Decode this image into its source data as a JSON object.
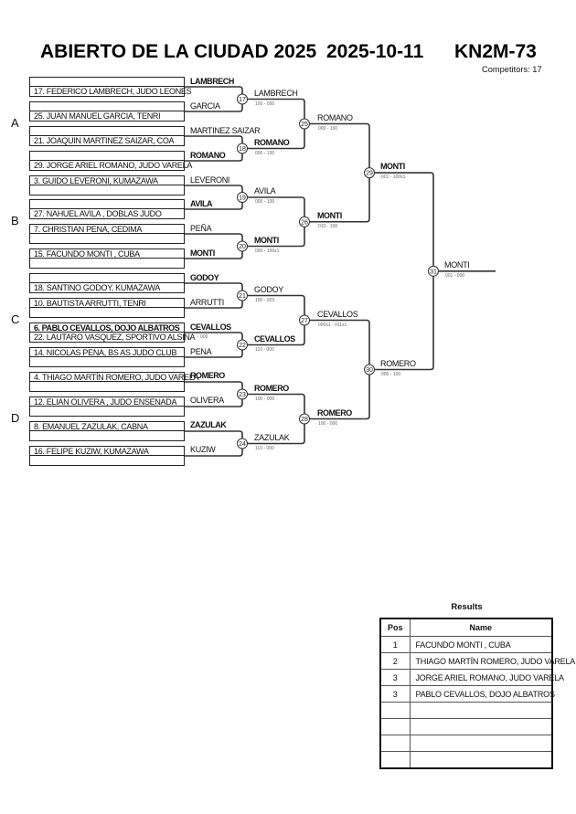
{
  "header": {
    "title": "ABIERTO DE LA CIUDAD 2025",
    "date": "2025-10-11",
    "category": "KN2M-73",
    "competitors": "Competitors: 17"
  },
  "pools": [
    "A",
    "B",
    "C",
    "D"
  ],
  "entrants": [
    {
      "row1": "",
      "row2": "17. FEDERICO LAMBRECH, JUDO LEONES"
    },
    {
      "row1": "",
      "row2": "25. JUAN MANUEL GARCIA, TENRI"
    },
    {
      "row1": "",
      "row2": "21. JOAQUIN MARTINEZ SAIZAR, COA"
    },
    {
      "row1": "",
      "row2": "29. JORGE ARIEL ROMANO, JUDO VARELA"
    },
    {
      "row1": "3. GUIDO LEVERONI, KUMAZAWA",
      "row2": ""
    },
    {
      "row1": "",
      "row2": "27. NAHUEL AVILA  , DOBLAS JUDO"
    },
    {
      "row1": "7. CHRISTIAN PENA, CEDIMA",
      "row2": ""
    },
    {
      "row1": "15. FACUNDO MONTI , CUBA",
      "row2": ""
    },
    {
      "row1": "",
      "row2": "18. SANTINO GODOY, KUMAZAWA"
    },
    {
      "row1": "10. BAUTISTA ARRUTTI, TENRI",
      "row2": ""
    },
    {
      "row1": "6. PABLO CEVALLOS, DOJO ALBATROS",
      "row2": "22. LAUTARO VASQUEZ, SPORTIVO ALSINA"
    },
    {
      "row1": "14. NICOLAS PENA, BS AS JUDO CLUB",
      "row2": ""
    },
    {
      "row1": "4. THIAGO MARTÍN ROMERO, JUDO VARELA",
      "row2": ""
    },
    {
      "row1": "12. ELIAN OLIVERA , JUDO ENSENADA",
      "row2": ""
    },
    {
      "row1": "8. EMANUEL ZAZULAK, CABNA",
      "row2": ""
    },
    {
      "row1": "16. FELIPE KUZIW, KUMAZAWA",
      "row2": ""
    }
  ],
  "round1_labels": [
    "LAMBRECH",
    "GARCIA",
    "MARTINEZ SAIZAR",
    "ROMANO",
    "LEVERONI",
    "AVILA",
    "PEÑA",
    "MONTI",
    "GODOY",
    "ARRUTTI",
    "CEVALLOS",
    "PENA",
    "ROMERO",
    "OLIVERA",
    "ZAZULAK",
    "KUZIW"
  ],
  "prelim_score": "- 000",
  "matches": {
    "m17": {
      "number": "17",
      "winner": "LAMBRECH",
      "score": "100 - 000"
    },
    "m18": {
      "number": "18",
      "winner": "ROMANO",
      "score": "000 - 100"
    },
    "m19": {
      "number": "19",
      "winner": "AVILA",
      "score": "000 - 100"
    },
    "m20": {
      "number": "20",
      "winner": "MONTI",
      "score": "000 - 100s1"
    },
    "m21": {
      "number": "21",
      "winner": "GODOY",
      "score": "100 - 003"
    },
    "m22": {
      "number": "22",
      "winner": "CEVALLOS",
      "score": "110 - 000"
    },
    "m23": {
      "number": "23",
      "winner": "ROMERO",
      "score": "100 - 000"
    },
    "m24": {
      "number": "24",
      "winner": "ZAZULAK",
      "score": "110 - 000"
    },
    "m25": {
      "number": "25",
      "winner": "ROMANO",
      "score": "000 - 100"
    },
    "m26": {
      "number": "26",
      "winner": "MONTI",
      "score": "010 - 100"
    },
    "m27": {
      "number": "27",
      "winner": "CEVALLOS",
      "score": "000s1 - 011s1"
    },
    "m28": {
      "number": "28",
      "winner": "ROMERO",
      "score": "100 - 000"
    },
    "m29": {
      "number": "29",
      "winner": "MONTI",
      "score": "001 - 100s1"
    },
    "m30": {
      "number": "30",
      "winner": "ROMERO",
      "score": "000 - 100"
    },
    "m31": {
      "number": "31",
      "winner": "MONTI",
      "score": "001 - 000"
    }
  },
  "results": {
    "title": "Results",
    "headers": {
      "pos": "Pos",
      "name": "Name"
    },
    "rows": [
      {
        "pos": "1",
        "name": "FACUNDO MONTI , CUBA"
      },
      {
        "pos": "2",
        "name": "THIAGO MARTÍN ROMERO, JUDO VARELA"
      },
      {
        "pos": "3",
        "name": "JORGE ARIEL ROMANO, JUDO VARELA"
      },
      {
        "pos": "3",
        "name": "PABLO CEVALLOS, DOJO ALBATROS"
      },
      {
        "pos": "",
        "name": ""
      },
      {
        "pos": "",
        "name": ""
      },
      {
        "pos": "",
        "name": ""
      },
      {
        "pos": "",
        "name": ""
      }
    ]
  },
  "colors": {
    "lines": "#333333",
    "score_text": "#666666",
    "box_border": "#222222"
  }
}
